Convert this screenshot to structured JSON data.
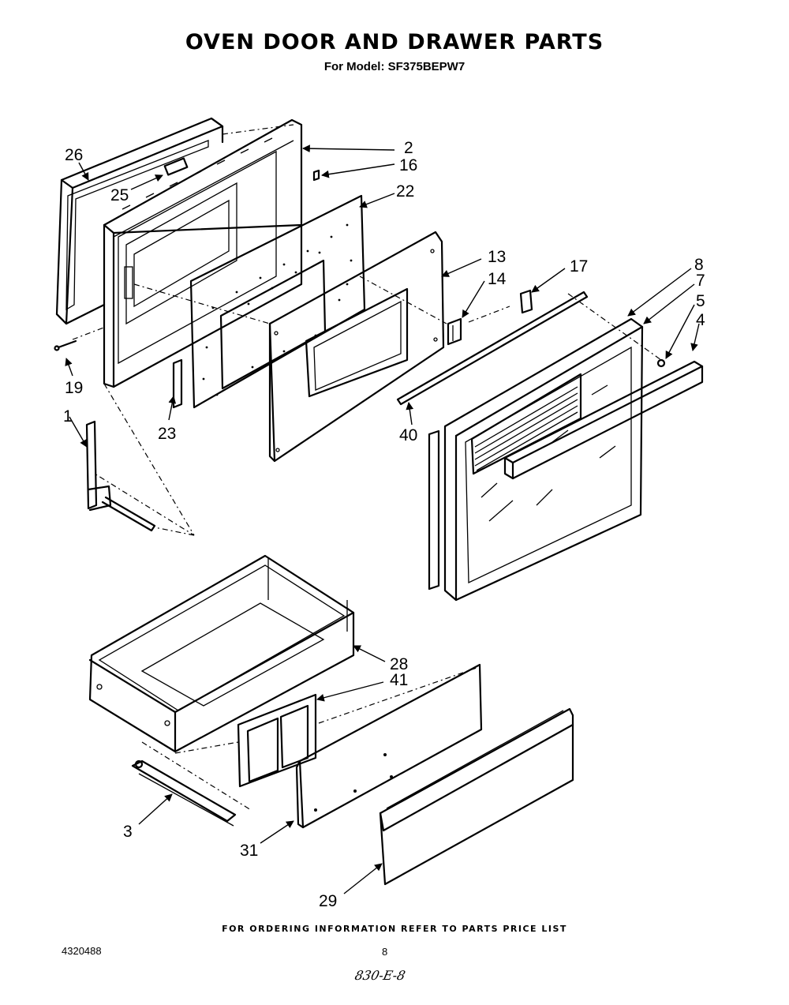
{
  "header": {
    "title": "OVEN DOOR AND DRAWER PARTS",
    "subtitle": "For Model: SF375BEPW7"
  },
  "footer": {
    "ordering_note": "FOR ORDERING INFORMATION REFER TO PARTS PRICE LIST",
    "document_number": "4320488",
    "page_number": "8",
    "handwritten_code": "830-E-8"
  },
  "callouts": [
    {
      "id": "c26",
      "label": "26"
    },
    {
      "id": "c25",
      "label": "25"
    },
    {
      "id": "c2",
      "label": "2"
    },
    {
      "id": "c16",
      "label": "16"
    },
    {
      "id": "c22",
      "label": "22"
    },
    {
      "id": "c13",
      "label": "13"
    },
    {
      "id": "c14",
      "label": "14"
    },
    {
      "id": "c17",
      "label": "17"
    },
    {
      "id": "c8",
      "label": "8"
    },
    {
      "id": "c7",
      "label": "7"
    },
    {
      "id": "c5",
      "label": "5"
    },
    {
      "id": "c4",
      "label": "4"
    },
    {
      "id": "c19",
      "label": "19"
    },
    {
      "id": "c23",
      "label": "23"
    },
    {
      "id": "c40",
      "label": "40"
    },
    {
      "id": "c1",
      "label": "1"
    },
    {
      "id": "c28",
      "label": "28"
    },
    {
      "id": "c41",
      "label": "41"
    },
    {
      "id": "c3",
      "label": "3"
    },
    {
      "id": "c31",
      "label": "31"
    },
    {
      "id": "c29",
      "label": "29"
    }
  ]
}
